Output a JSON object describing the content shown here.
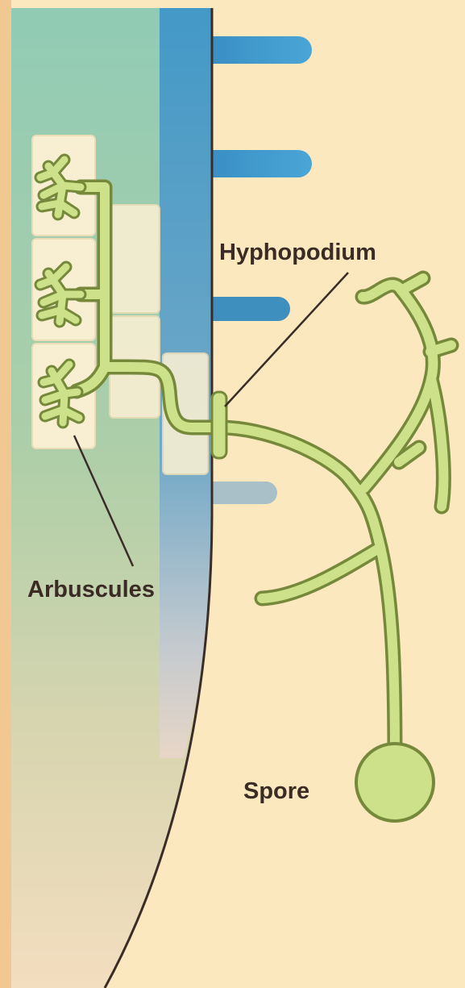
{
  "labels": {
    "hyphopodium": "Hyphopodium",
    "arbuscules": "Arbuscules",
    "spore": "Spore"
  },
  "colors": {
    "background": "#fbe8bf",
    "root_cortex": "#8cc7b0",
    "vascular": "#3f96c8",
    "fungus": "#cde08a",
    "fungus_outline": "#76893a",
    "cell": "#f8efd3",
    "root_edge": "#3a2d28",
    "leader_line": "#3a2d28"
  }
}
